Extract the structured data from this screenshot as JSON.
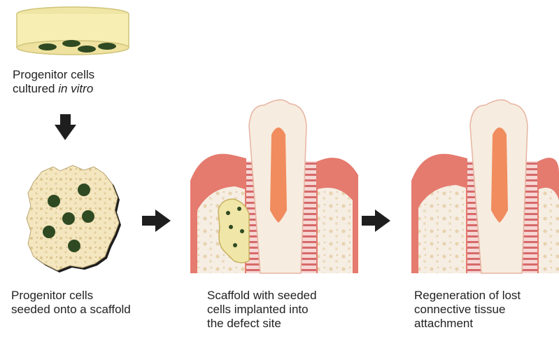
{
  "steps": [
    {
      "id": "culture",
      "lines": [
        "Progenitor cells"
      ],
      "line2_prefix": "cultured ",
      "line2_italic": "in vitro"
    },
    {
      "id": "scaffold",
      "lines": [
        "Progenitor cells",
        "seeded onto a scaffold"
      ]
    },
    {
      "id": "implant",
      "lines": [
        "Scaffold with seeded",
        "cells implanted into",
        "the defect site"
      ]
    },
    {
      "id": "regeneration",
      "lines": [
        "Regeneration of lost",
        "connective tissue",
        "attachment"
      ]
    }
  ],
  "colors": {
    "dish_fill": "#f7eeb4",
    "dish_rim": "#e3d88a",
    "cell": "#2f4a22",
    "scaffold": "#f4e6bf",
    "gum": "#e57a6e",
    "enamel": "#f7ece0",
    "pulp": "#f08c5e",
    "bone": "#f6eee3",
    "arrow": "#1e1e1e"
  },
  "icons": [
    "down-arrow-icon",
    "right-arrow-icon",
    "right-arrow-icon"
  ]
}
